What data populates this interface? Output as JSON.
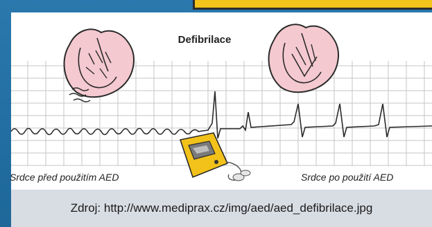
{
  "diagram": {
    "title": "Defibrilace",
    "left_label": "Srdce před použitím AED",
    "right_label": "Srdce po použití AED"
  },
  "caption": {
    "text": "Zdroj: http://www.mediprax.cz/img/aed/aed_defibrilace.jpg"
  },
  "colors": {
    "frame": "#1f6a9e",
    "banner": "#f3c419",
    "heart_fill": "#f4c9cf",
    "grid": "#c9c9c9",
    "device": "#f2c21a"
  }
}
